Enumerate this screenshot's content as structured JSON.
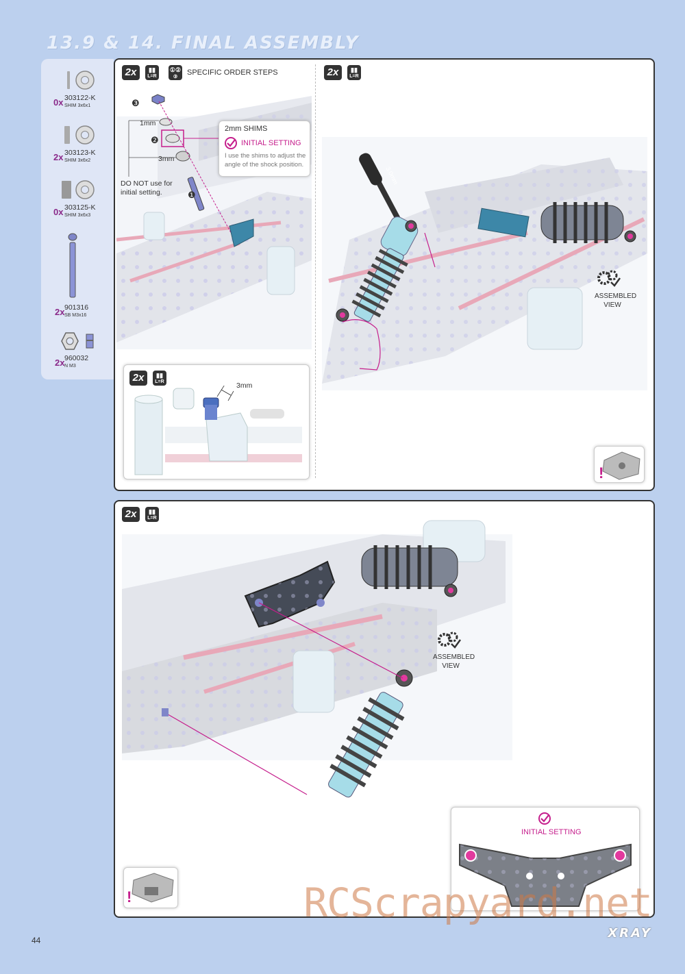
{
  "page_title": "13.9 & 14. FINAL ASSEMBLY",
  "parts": [
    {
      "qty": "0x",
      "code": "303122-K",
      "desc": "SHIM 3x6x1"
    },
    {
      "qty": "2x",
      "code": "303123-K",
      "desc": "SHIM 3x6x2"
    },
    {
      "qty": "0x",
      "code": "303125-K",
      "desc": "SHIM 3x6x3"
    },
    {
      "qty": "2x",
      "code": "901316",
      "desc": "SB M3x16"
    },
    {
      "qty": "2x",
      "code": "960032",
      "desc": "N M3"
    }
  ],
  "badge_2x": "2x",
  "badge_lr": "L=R",
  "step1": {
    "order_label": "SPECIFIC ORDER STEPS",
    "num3": "❸",
    "num2": "❷",
    "num1": "❶",
    "label_1mm": "1mm",
    "label_3mm": "3mm",
    "do_not_use": "DO NOT use for initial setting.",
    "callout_title": "2mm SHIMS",
    "callout_setting": "INITIAL SETTING",
    "callout_text": "I use the shims to adjust the angle of the shock position.",
    "detail_3mm": "3mm"
  },
  "step2": {
    "tool_label": "3.0mm",
    "assembled": "ASSEMBLED",
    "view": "VIEW"
  },
  "step3": {
    "assembled": "ASSEMBLED",
    "view": "VIEW",
    "initial_setting": "INITIAL SETTING"
  },
  "watermark": "RCScrapyard.net",
  "brand": "XRAY",
  "page_number": "44"
}
